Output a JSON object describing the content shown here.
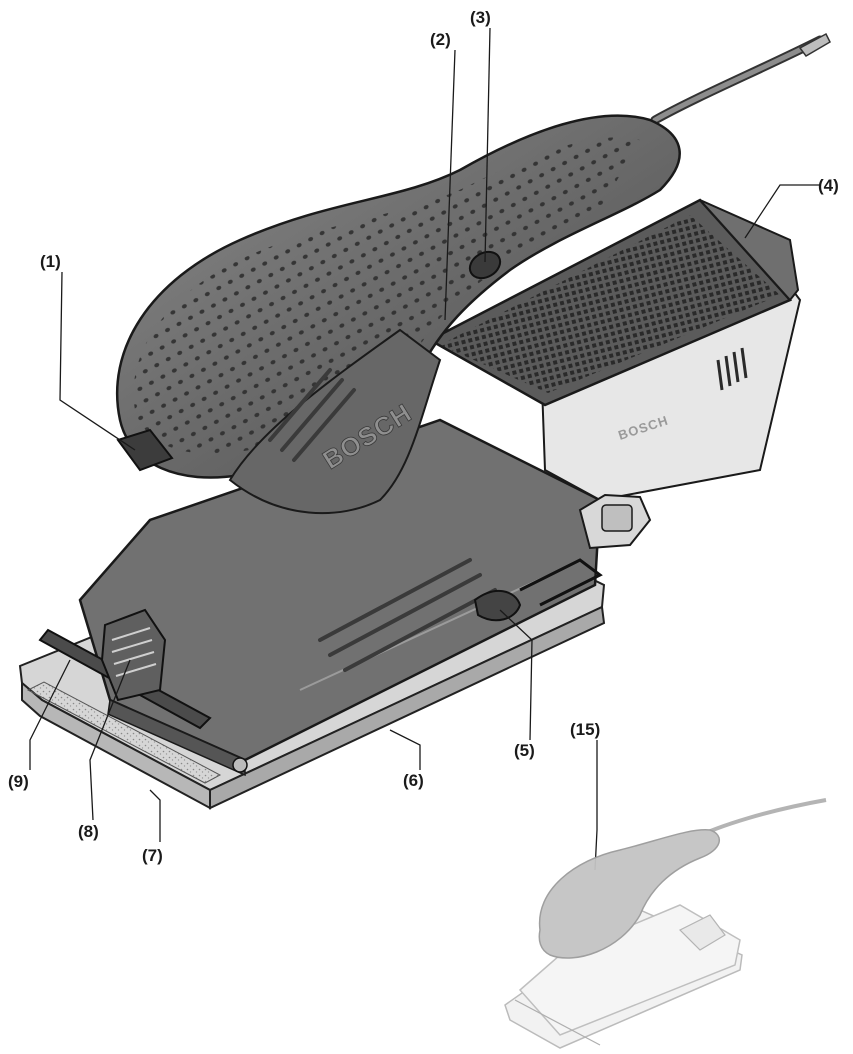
{
  "callouts": {
    "c1": "(1)",
    "c2": "(2)",
    "c3": "(3)",
    "c4": "(4)",
    "c5": "(5)",
    "c6": "(6)",
    "c7": "(7)",
    "c8": "(8)",
    "c9": "(9)",
    "c15": "(15)"
  },
  "brand": {
    "main_grip": "BOSCH",
    "side_panel": "BOSCH"
  },
  "colors": {
    "body": "#6f6f6f",
    "body_dark": "#4f4f4f",
    "body_light": "#9a9a9a",
    "housing_light": "#e6e6e6",
    "plate": "#cfcfcf",
    "line": "#1a1a1a",
    "ghost": "#c9c9c9"
  }
}
